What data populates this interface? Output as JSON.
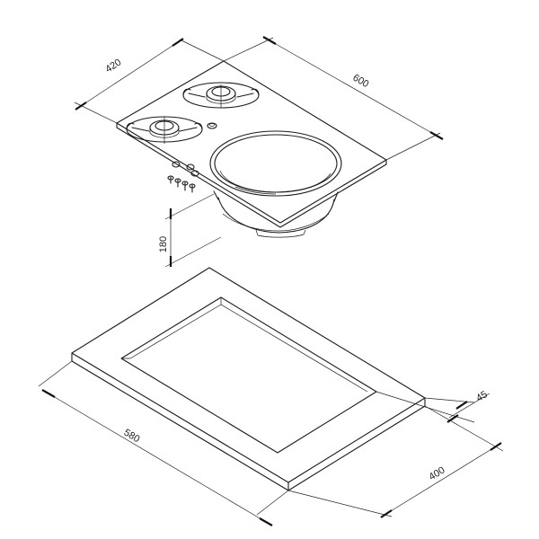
{
  "dimensions": {
    "depth": "420",
    "width": "600",
    "height": "180",
    "cutout_width": "580",
    "cutout_depth": "400",
    "border": "45"
  }
}
